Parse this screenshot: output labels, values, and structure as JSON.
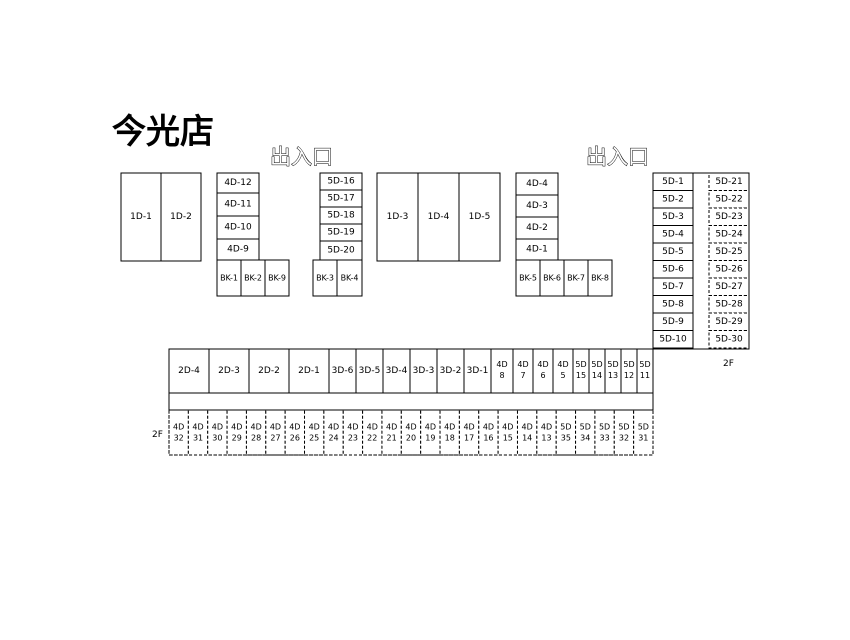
{
  "title": "今光店",
  "entrance_label": "出入口",
  "floor_label": "2F",
  "units": {
    "d1": [
      "1D-1",
      "1D-2"
    ],
    "d1b": [
      "1D-3",
      "1D-4",
      "1D-5"
    ],
    "d4a": [
      "4D-12",
      "4D-11",
      "4D-10",
      "4D-9"
    ],
    "bka": [
      "BK-1",
      "BK-2",
      "BK-9"
    ],
    "d5a": [
      "5D-16",
      "5D-17",
      "5D-18",
      "5D-19",
      "5D-20"
    ],
    "bkb": [
      "BK-3",
      "BK-4"
    ],
    "d4b": [
      "4D-4",
      "4D-3",
      "4D-2",
      "4D-1"
    ],
    "bkc": [
      "BK-5",
      "BK-6",
      "BK-7",
      "BK-8"
    ],
    "d5left": [
      "5D-1",
      "5D-2",
      "5D-3",
      "5D-4",
      "5D-5",
      "5D-6",
      "5D-7",
      "5D-8",
      "5D-9",
      "5D-10"
    ],
    "d5right": [
      "5D-21",
      "5D-22",
      "5D-23",
      "5D-24",
      "5D-25",
      "5D-26",
      "5D-27",
      "5D-28",
      "5D-29",
      "5D-30"
    ],
    "row_upper_wide": [
      "2D-4",
      "2D-3",
      "2D-2",
      "2D-1",
      "3D-6",
      "3D-5",
      "3D-4",
      "3D-3",
      "3D-2",
      "3D-1"
    ],
    "row_upper_narrow": [
      "4D 8",
      "4D 7",
      "4D 6",
      "4D 5",
      "5D 15",
      "5D 14",
      "5D 13",
      "5D 12",
      "5D 11"
    ],
    "row_lower": [
      "4D 32",
      "4D 31",
      "4D 30",
      "4D 29",
      "4D 28",
      "4D 27",
      "4D 26",
      "4D 25",
      "4D 24",
      "4D 23",
      "4D 22",
      "4D 21",
      "4D 20",
      "4D 19",
      "4D 18",
      "4D 17",
      "4D 16",
      "4D 15",
      "4D 14",
      "4D 13",
      "5D 35",
      "5D 34",
      "5D 33",
      "5D 32",
      "5D 31"
    ]
  }
}
